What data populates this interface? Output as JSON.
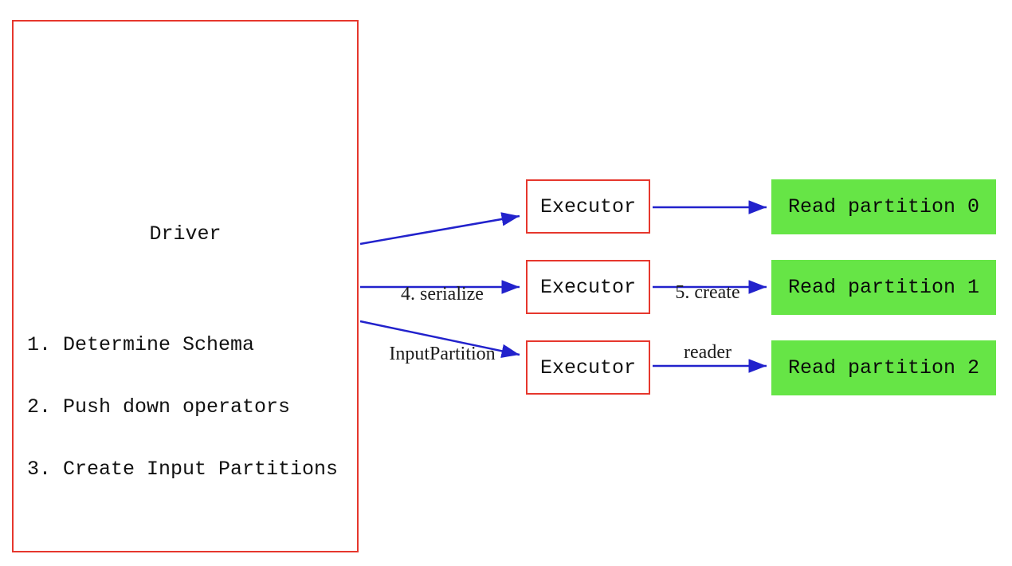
{
  "diagram": {
    "driver": {
      "label": "Driver",
      "steps": [
        "1. Determine Schema",
        "2. Push down operators",
        "3. Create Input Partitions"
      ]
    },
    "executors": [
      "Executor",
      "Executor",
      "Executor"
    ],
    "partitions": [
      "Read partition 0",
      "Read partition 1",
      "Read partition 2"
    ],
    "arrow_labels": {
      "serialize": {
        "line1": "4. serialize",
        "line2": "InputPartition"
      },
      "create_reader": {
        "line1": "5. create",
        "line2": "reader"
      }
    }
  },
  "colors": {
    "box_border": "#e6372d",
    "arrow": "#2222cc",
    "partition_fill": "#66e546",
    "text": "#111111"
  }
}
